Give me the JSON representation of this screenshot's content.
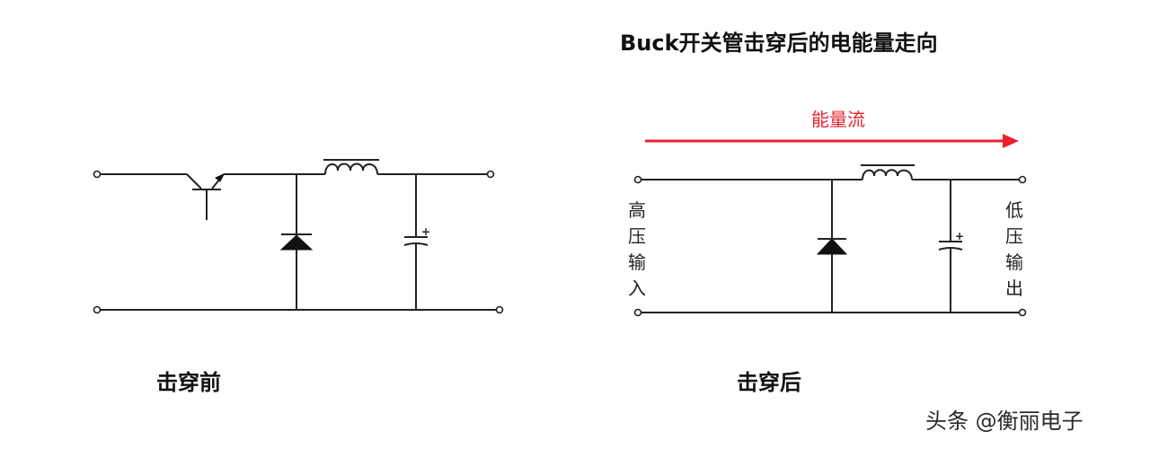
{
  "title": "Buck开关管击穿后的电能量走向",
  "energy_flow_label": "能量流",
  "left_circuit": {
    "caption": "击穿前"
  },
  "right_circuit": {
    "caption": "击穿后",
    "input_label": [
      "高",
      "压",
      "输",
      "入"
    ],
    "output_label": [
      "低",
      "压",
      "输",
      "出"
    ]
  },
  "capacitor_polarity": "+",
  "watermark": "头条 @衡丽电子",
  "colors": {
    "arrow": "#e8212b",
    "wire": "#222222"
  }
}
